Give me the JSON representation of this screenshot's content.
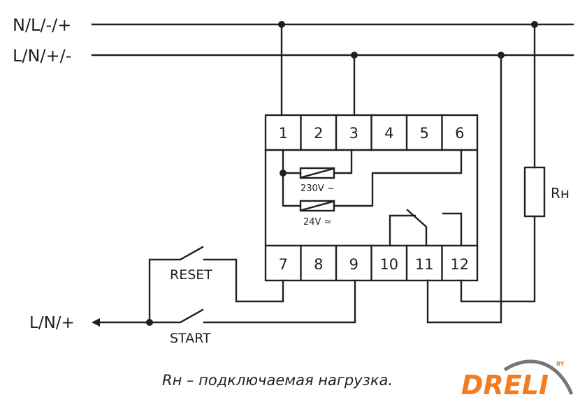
{
  "supply": {
    "line1": "N/L/-/+",
    "line2": "L/N/+/-",
    "input": "L/N/+"
  },
  "switches": {
    "reset": "RESET",
    "start": "START"
  },
  "terminals_top": [
    "1",
    "2",
    "3",
    "4",
    "5",
    "6"
  ],
  "terminals_bottom": [
    "7",
    "8",
    "9",
    "10",
    "11",
    "12"
  ],
  "coils": {
    "coil1": "230V ~",
    "coil2": "24V ≃"
  },
  "load": {
    "label": "Rн"
  },
  "caption": "Rн – подключаемая нагрузка.",
  "logo": {
    "text": "DRELI",
    "sup": "BY"
  }
}
